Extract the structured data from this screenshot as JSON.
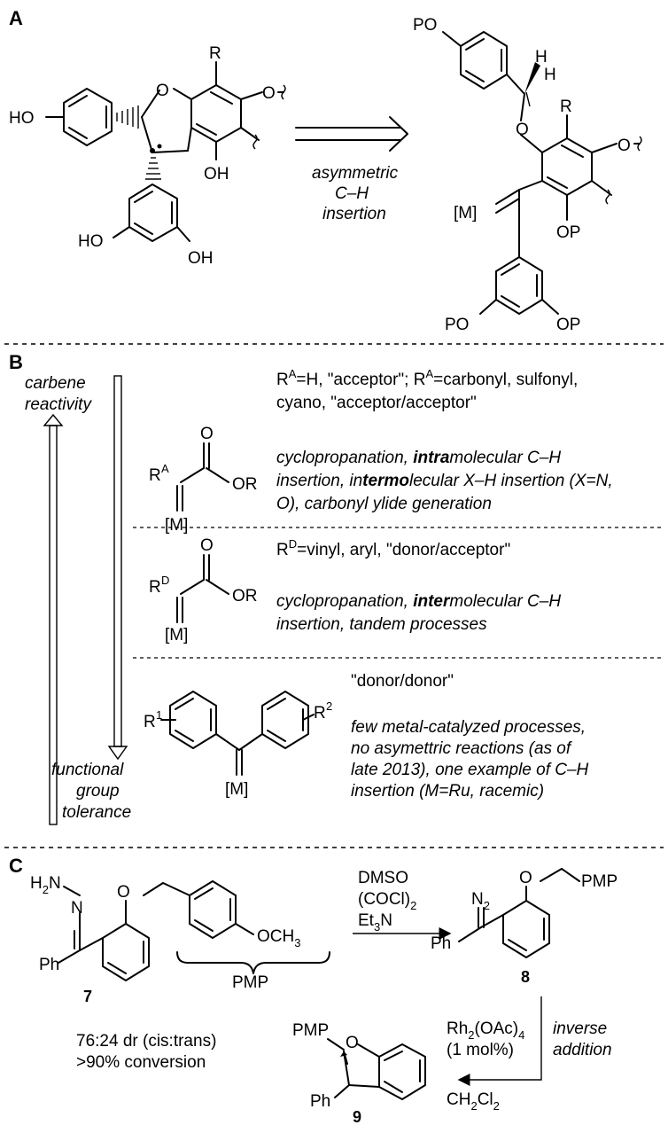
{
  "panels": {
    "a": "A",
    "b": "B",
    "c": "C"
  },
  "panel_a": {
    "left_atoms": {
      "r": "R",
      "o_ring": "O",
      "o_sub": "O",
      "ho_left": "HO",
      "ho_bottom": "HO",
      "oh_right": "OH",
      "oh_bottom": "OH"
    },
    "right_atoms": {
      "po_top": "PO",
      "h1": "H",
      "h2": "H",
      "r": "R",
      "o_ether": "O",
      "o_sub": "O",
      "metal": "[M]",
      "op1": "OP",
      "po_bottom": "PO",
      "op2": "OP"
    },
    "arrow_label": [
      "asymmetric",
      "C–H",
      "insertion"
    ]
  },
  "panel_b": {
    "left_top_label": [
      "carbene",
      "reactivity"
    ],
    "left_bottom_label": [
      "functional",
      "group",
      "tolerance"
    ],
    "row1": {
      "struct": {
        "r": "R",
        "r_sup": "A",
        "o": "O",
        "or": "OR",
        "m": "[M]"
      },
      "desc1": "R",
      "desc1_sup": "A",
      "desc1_b": "=H, \"acceptor\"; R",
      "desc1_sup2": "A",
      "desc1_c": "=carbonyl, sulfonyl,",
      "desc2": "cyano, \"acceptor/acceptor\"",
      "uses": [
        "cyclopropanation, ",
        "intra",
        "molecular C–H",
        "insertion, in",
        "termo",
        "lecular X–H insertion (X=N,",
        "O), carbonyl ylide generation"
      ]
    },
    "row2": {
      "struct": {
        "r": "R",
        "r_sup": "D",
        "o": "O",
        "or": "OR",
        "m": "[M]"
      },
      "desc1": "R",
      "desc1_sup": "D",
      "desc1_b": "=vinyl, aryl, \"donor/acceptor\"",
      "uses": [
        "cyclopropanation, ",
        "inter",
        "molecular C–H",
        "insertion, tandem processes"
      ]
    },
    "row3": {
      "struct": {
        "r1": "R",
        "r1_sup": "1",
        "r2": "R",
        "r2_sup": "2",
        "m": "[M]"
      },
      "desc": "\"donor/donor\"",
      "uses": [
        "few metal-catalyzed processes,",
        "no asymettric reactions (as of",
        "late 2013), one example of C–H",
        "insertion (M=Ru, racemic)"
      ]
    }
  },
  "panel_c": {
    "compound7": {
      "h2n": "H",
      "h2n_sub": "2",
      "h2n_n": "N",
      "n": "N",
      "o": "O",
      "ph": "Ph",
      "och3": "OCH",
      "och3_sub": "3",
      "pmp": "PMP",
      "label": "7"
    },
    "reagents": [
      "DMSO",
      "(COCl)",
      "Et",
      "N"
    ],
    "reagent_subs": [
      "2",
      "3"
    ],
    "compound8": {
      "n2": "N",
      "n2_sub": "2",
      "o": "O",
      "pmp": "PMP",
      "ph": "Ph",
      "label": "8"
    },
    "cond2": {
      "rh": "Rh",
      "rh_sub": "2",
      "rh_b": "(OAc)",
      "rh_sub2": "4",
      "mol": "(1 mol%)",
      "solvent": "CH",
      "solvent_sub": "2",
      "solvent_b": "Cl",
      "solvent_sub2": "2",
      "inverse": "inverse",
      "addition": "addition"
    },
    "compound9": {
      "pmp": "PMP",
      "o": "O",
      "ph": "Ph",
      "label": "9"
    },
    "results": [
      "76:24 dr (cis:trans)",
      ">90% conversion"
    ]
  }
}
